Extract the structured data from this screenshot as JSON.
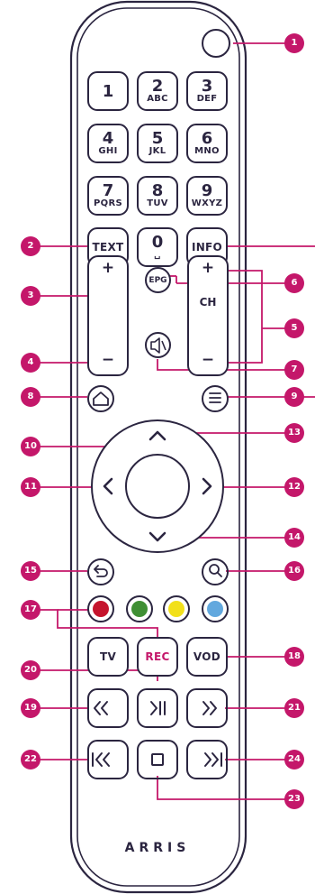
{
  "colors": {
    "outline": "#2b2540",
    "accent": "#c4176a",
    "power": "#c4176a",
    "red": "#c5142d",
    "green": "#3f8f34",
    "yellow": "#f2e01b",
    "blue": "#62a8de"
  },
  "brand": "ARRIS",
  "keys": {
    "k1": {
      "digit": "1",
      "letters": ""
    },
    "k2": {
      "digit": "2",
      "letters": "ABC"
    },
    "k3": {
      "digit": "3",
      "letters": "DEF"
    },
    "k4": {
      "digit": "4",
      "letters": "GHI"
    },
    "k5": {
      "digit": "5",
      "letters": "JKL"
    },
    "k6": {
      "digit": "6",
      "letters": "MNO"
    },
    "k7": {
      "digit": "7",
      "letters": "PQRS"
    },
    "k8": {
      "digit": "8",
      "letters": "TUV"
    },
    "k9": {
      "digit": "9",
      "letters": "WXYZ"
    },
    "k0": {
      "digit": "0",
      "letters": "␣"
    }
  },
  "labels": {
    "text": "TEXT",
    "info": "INFO",
    "epg": "EPG",
    "ch": "CH",
    "plus": "+",
    "minus": "−",
    "tv": "TV",
    "rec": "REC",
    "vod": "VOD"
  },
  "icons": {
    "power": "power-icon",
    "mute": "mute-icon",
    "home": "home-icon",
    "menu": "menu-icon",
    "back": "back-icon",
    "search": "search-icon",
    "rewind": "rewind-icon",
    "play_pause": "play-pause-icon",
    "forward": "fast-forward-icon",
    "skip_back": "skip-back-icon",
    "stop": "stop-icon",
    "skip_forward": "skip-forward-icon",
    "volume": "volume-icon"
  },
  "callouts": {
    "c1": "1",
    "c2": "2",
    "c3": "3",
    "c4": "4",
    "c5": "5",
    "c6": "6",
    "c7": "7",
    "c8": "8",
    "c9": "9",
    "c10": "10",
    "c11": "11",
    "c12": "12",
    "c13": "13",
    "c14": "14",
    "c15": "15",
    "c16": "16",
    "c17": "17",
    "c18": "18",
    "c19": "19",
    "c20": "20",
    "c21": "21",
    "c22": "22",
    "c23": "23",
    "c24": "24"
  }
}
